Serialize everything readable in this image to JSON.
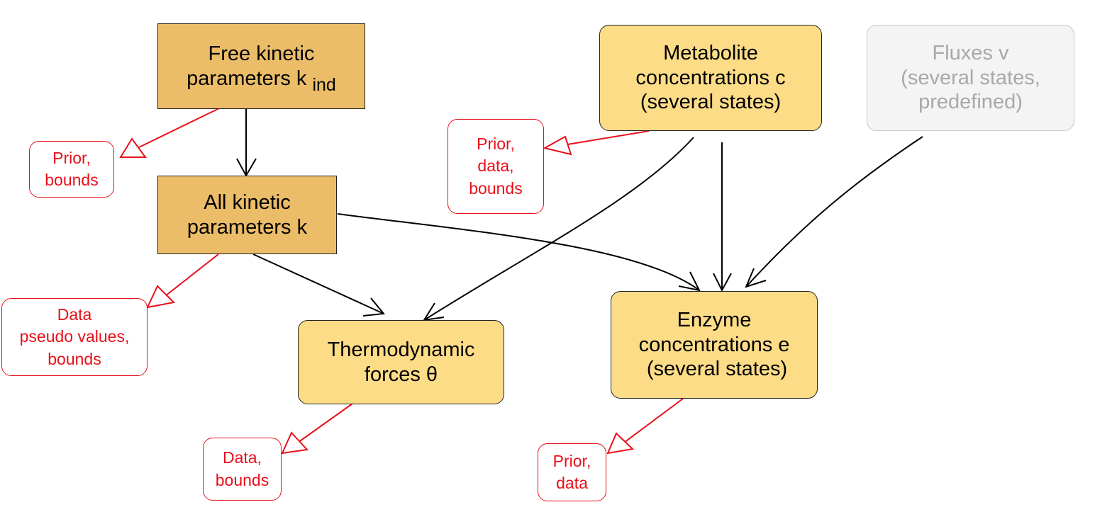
{
  "nodes": {
    "free_kinetic": {
      "lines": [
        "Free kinetic",
        "parameters k"
      ],
      "subscript": "ind"
    },
    "all_kinetic": {
      "lines": [
        "All kinetic",
        "parameters k"
      ]
    },
    "metabolite": {
      "lines": [
        "Metabolite",
        "concentrations c",
        "(several states)"
      ]
    },
    "fluxes": {
      "lines": [
        "Fluxes v",
        "(several states,",
        "predefined)"
      ]
    },
    "thermodynamic": {
      "lines": [
        "Thermodynamic",
        "forces θ"
      ]
    },
    "enzyme": {
      "lines": [
        "Enzyme",
        "concentrations e",
        " (several states)"
      ]
    }
  },
  "notes": {
    "free_kinetic": [
      "Prior,",
      "bounds"
    ],
    "all_kinetic": [
      "Data",
      "pseudo values,",
      "bounds"
    ],
    "metabolite": [
      "Prior,",
      "data,",
      "bounds"
    ],
    "thermodynamic": [
      "Data,",
      "bounds"
    ],
    "enzyme": [
      "Prior,",
      "data"
    ]
  },
  "colors": {
    "parameter_box": "#ebbd69",
    "state_box": "#fcdc87",
    "predefined_box": "#f4f4f4",
    "predefined_text": "#a8a8a8",
    "note": "#e8101a",
    "arrow": "#000000"
  }
}
